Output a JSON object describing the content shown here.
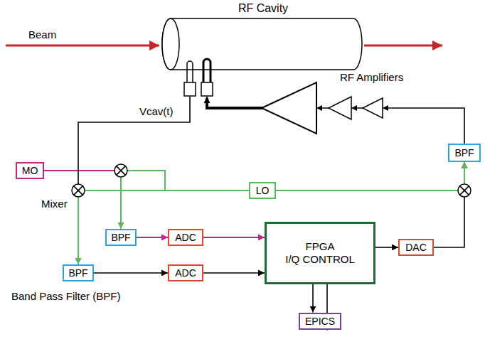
{
  "diagram": {
    "nodes": [
      {
        "text": [
          "RF Cavity"
        ]
      },
      {
        "text": [
          "MO"
        ]
      },
      {
        "text": [
          "LO"
        ]
      },
      {
        "text": [
          "BPF"
        ]
      },
      {
        "text": [
          "ADC"
        ]
      },
      {
        "text": [
          "FPGA",
          "I/Q CONTROL"
        ]
      },
      {
        "text": [
          "DAC"
        ]
      },
      {
        "text": [
          "BPF"
        ]
      },
      {
        "text": [
          "BPF"
        ]
      },
      {
        "text": [
          "ADC"
        ]
      },
      {
        "text": [
          "EPICS"
        ]
      }
    ],
    "edges": [
      {
        "from": 1,
        "to": 3,
        "arrow": "to"
      },
      {
        "from": 2,
        "to": 3,
        "arrow": "to"
      },
      {
        "from": 0,
        "to": 8,
        "arrow": "to"
      },
      {
        "from": 2,
        "to": 8,
        "arrow": "to"
      },
      {
        "from": 3,
        "to": 4,
        "arrow": "to"
      },
      {
        "from": 4,
        "to": 5,
        "arrow": "to"
      },
      {
        "from": 8,
        "to": 9,
        "arrow": "to"
      },
      {
        "from": 9,
        "to": 5,
        "arrow": "to"
      },
      {
        "from": 5,
        "to": 6,
        "arrow": "to"
      },
      {
        "from": 6,
        "to": 7,
        "arrow": "to"
      },
      {
        "from": 2,
        "to": 7,
        "arrow": "to"
      },
      {
        "from": 7,
        "to": 0,
        "arrow": "to"
      },
      {
        "from": 5,
        "to": 10,
        "arrow": "to"
      },
      {
        "from": 10,
        "to": 5,
        "arrow": "to"
      }
    ],
    "labels": [
      "Beam",
      "Vcav(t)",
      "Mixer",
      "RF Amplifiers",
      "Band Pass Filter (BPF)"
    ]
  }
}
